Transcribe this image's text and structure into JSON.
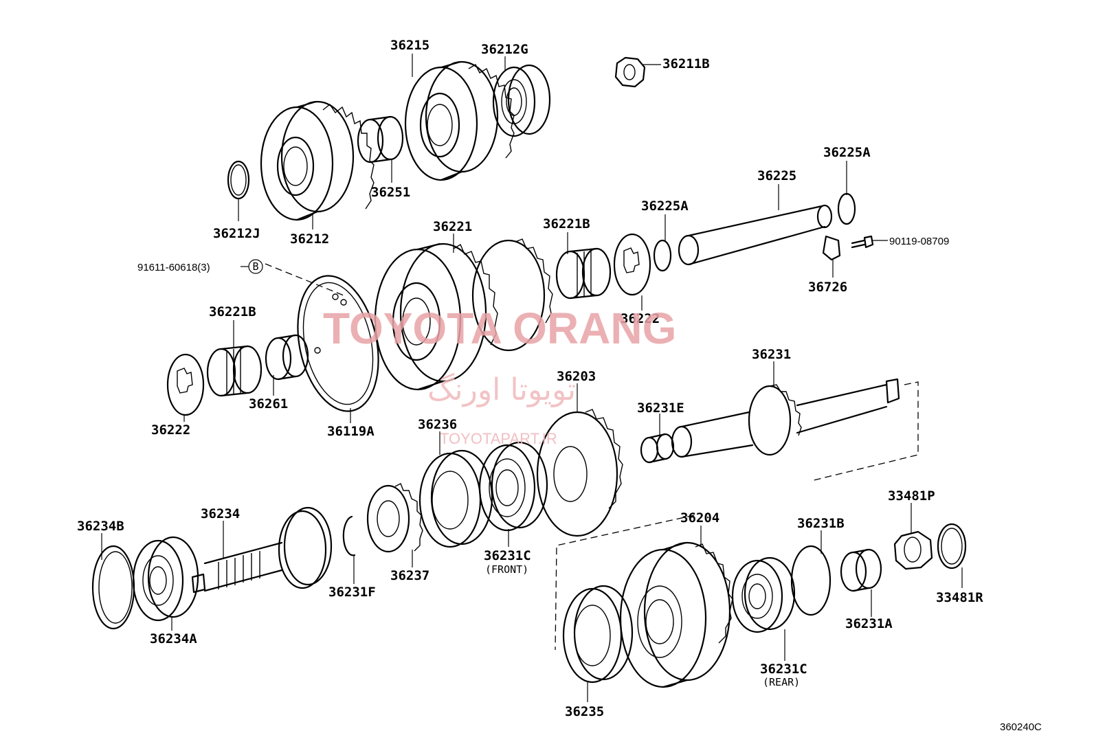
{
  "diagram": {
    "code": "360240C",
    "labels": {
      "36215": "36215",
      "36212G": "36212G",
      "36211B": "36211B",
      "36212J": "36212J",
      "36212": "36212",
      "36251": "36251",
      "36225A_top": "36225A",
      "36225": "36225",
      "36225A": "36225A",
      "90119_08709": "90119-08709",
      "36726": "36726",
      "36221": "36221",
      "36221B_upper": "36221B",
      "91611_60618": "91611-60618(3)",
      "bolt_marker": "B",
      "36222_upper": "36222",
      "36221B_lower": "36221B",
      "36261": "36261",
      "36222_lower": "36222",
      "36119A": "36119A",
      "36231": "36231",
      "36203": "36203",
      "36231E": "36231E",
      "36236": "36236",
      "36234B": "36234B",
      "36234": "36234",
      "36234A": "36234A",
      "36231F": "36231F",
      "36237": "36237",
      "36231C_front": "36231C",
      "front": "(FRONT)",
      "36204": "36204",
      "36231B": "36231B",
      "33481P": "33481P",
      "33481R": "33481R",
      "36231A": "36231A",
      "36231C_rear": "36231C",
      "rear": "(REAR)",
      "36235": "36235"
    }
  },
  "watermark": {
    "brand": "TOYOTA ORANG",
    "brand_fa": "تویوتا اورنگ",
    "site": "TOYOTAPART.IR"
  }
}
